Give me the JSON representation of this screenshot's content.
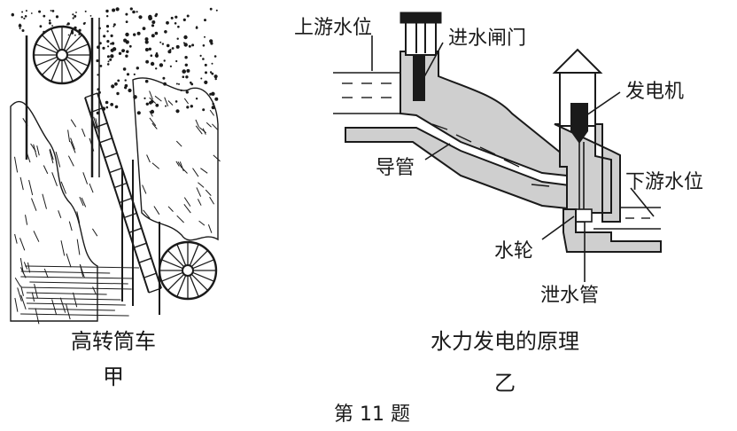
{
  "figure_a": {
    "caption": "高转筒车",
    "letter": "甲"
  },
  "figure_b": {
    "caption": "水力发电的原理",
    "letter": "乙",
    "labels": {
      "upstream": "上游水位",
      "intake_gate": "进水闸门",
      "generator": "发电机",
      "penstock": "导管",
      "downstream": "下游水位",
      "turbine": "水轮",
      "tailrace": "泄水管"
    }
  },
  "question_number": "第 11 题",
  "colors": {
    "ink": "#1a1a1a",
    "structure_fill": "#cfcfcf",
    "gate_fill": "#1a1a1a"
  }
}
